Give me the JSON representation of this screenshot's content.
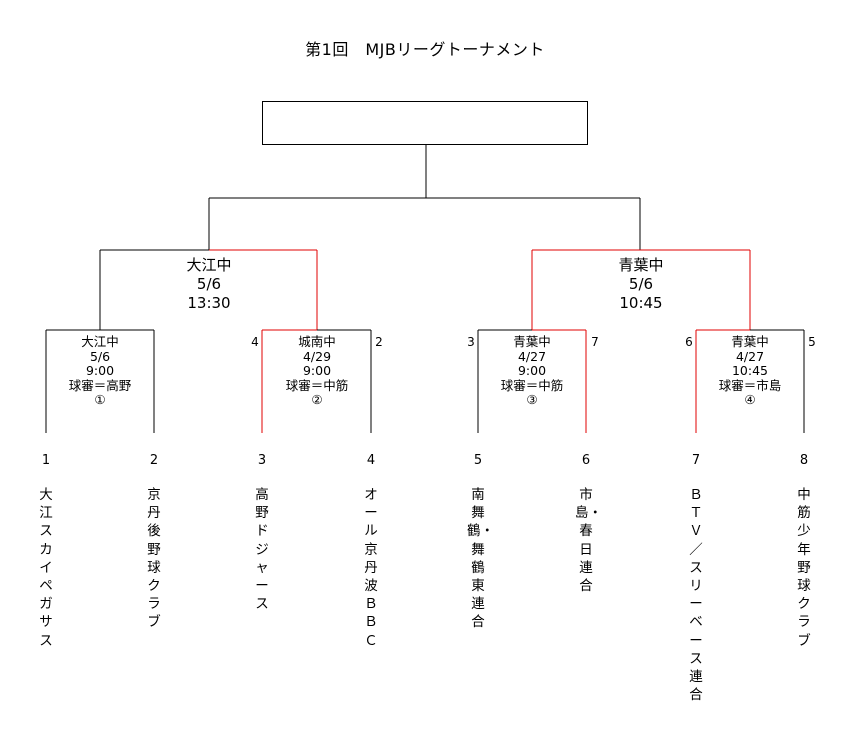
{
  "title": "第1回　MJBリーグトーナメント",
  "colors": {
    "line": "#000000",
    "winner_line": "#e00000",
    "background": "#ffffff"
  },
  "final": {
    "winner": ""
  },
  "semifinals": [
    {
      "winner": "大江中",
      "date": "5/6",
      "time": "13:30"
    },
    {
      "winner": "青葉中",
      "date": "5/6",
      "time": "10:45"
    }
  ],
  "quarterfinals": [
    {
      "winner": "大江中",
      "date": "5/6",
      "time": "9:00",
      "umpire": "球審＝高野",
      "number": "①",
      "left_side": "",
      "right_side": ""
    },
    {
      "winner": "城南中",
      "date": "4/29",
      "time": "9:00",
      "umpire": "球審＝中筋",
      "number": "②",
      "left_side": "4",
      "right_side": "2"
    },
    {
      "winner": "青葉中",
      "date": "4/27",
      "time": "9:00",
      "umpire": "球審＝中筋",
      "number": "③",
      "left_side": "3",
      "right_side": "7"
    },
    {
      "winner": "青葉中",
      "date": "4/27",
      "time": "10:45",
      "umpire": "球審＝市島",
      "number": "④",
      "left_side": "6",
      "right_side": "5"
    }
  ],
  "teams": [
    {
      "num": "1",
      "name": "大江スカイペガサス"
    },
    {
      "num": "2",
      "name": "京丹後野球クラブ"
    },
    {
      "num": "3",
      "name": "高野ドジャース"
    },
    {
      "num": "4",
      "name": "オール京丹波ＢＢＣ"
    },
    {
      "num": "5",
      "name": "南舞鶴・舞鶴東連合"
    },
    {
      "num": "6",
      "name": "市島・春日連合"
    },
    {
      "num": "7",
      "name": "ＢＴＶ／スリーベース連合"
    },
    {
      "num": "8",
      "name": "中筋少年野球クラブ"
    }
  ]
}
